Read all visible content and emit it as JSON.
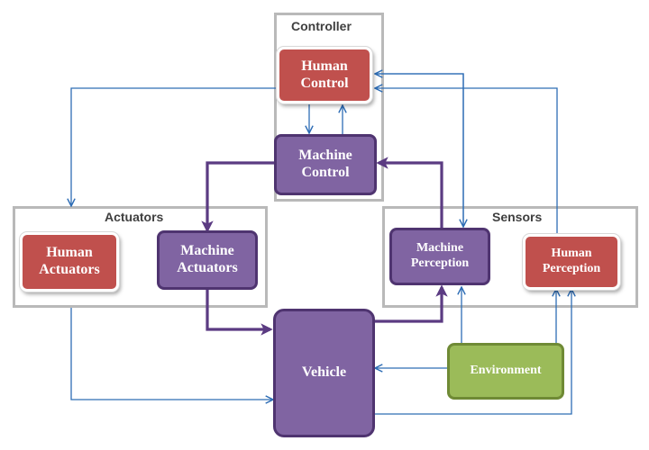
{
  "groups": {
    "controller": "Controller",
    "actuators": "Actuators",
    "sensors": "Sensors"
  },
  "nodes": {
    "human_control": "Human\nControl",
    "machine_control": "Machine\nControl",
    "human_actuators": "Human\nActuators",
    "machine_actuators": "Machine\nActuators",
    "machine_perception": "Machine\nPerception",
    "human_perception": "Human\nPerception",
    "vehicle": "Vehicle",
    "environment": "Environment"
  },
  "colors": {
    "human": "#c0504d",
    "machine": "#8064a2",
    "environment": "#9bbb59",
    "machine_link": "#5b3b82",
    "human_link": "#2e6db5",
    "group_border": "#b9b9b9"
  }
}
